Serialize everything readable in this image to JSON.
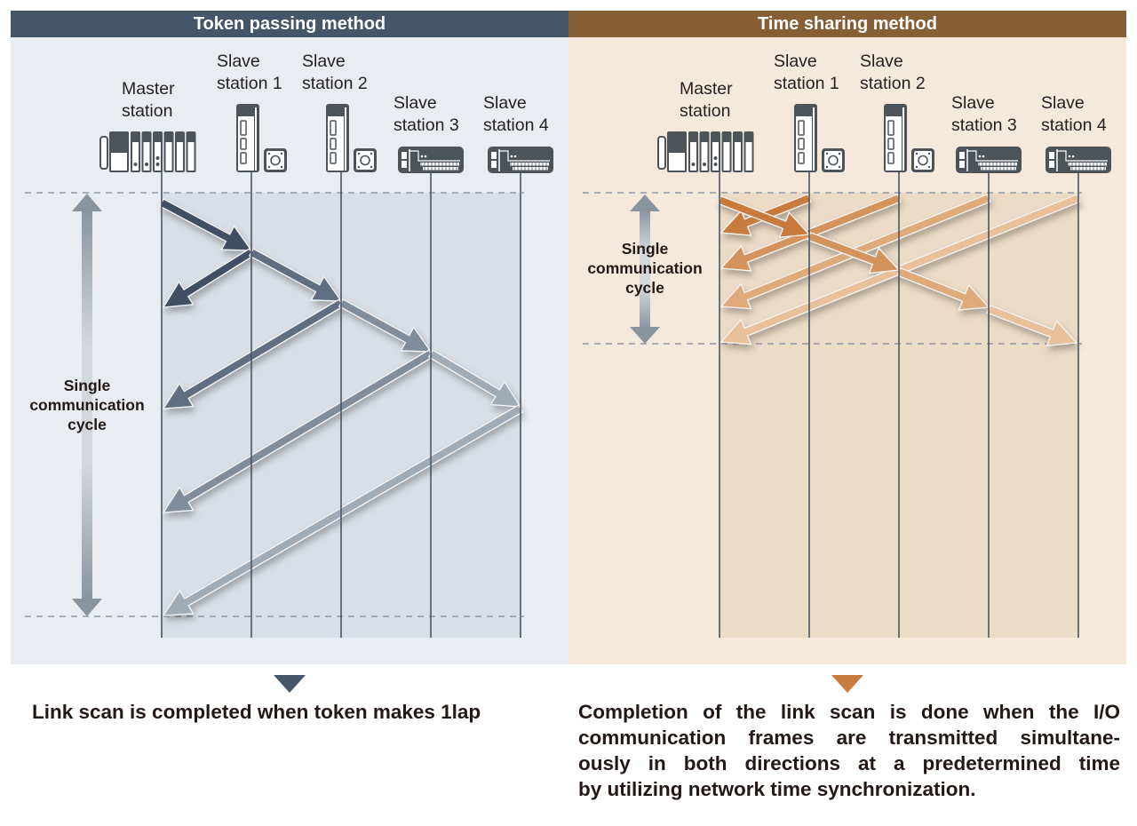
{
  "left_panel": {
    "title": "Token passing method",
    "header_color": "#465669",
    "stations": [
      {
        "label_line1": "Master",
        "label_line2": "station",
        "device": "plc-rack"
      },
      {
        "label_line1": "Slave",
        "label_line2": "station 1",
        "device": "servo-amp"
      },
      {
        "label_line1": "Slave",
        "label_line2": "station 2",
        "device": "servo-amp"
      },
      {
        "label_line1": "Slave",
        "label_line2": "station 3",
        "device": "io-module"
      },
      {
        "label_line1": "Slave",
        "label_line2": "station 4",
        "device": "io-module"
      }
    ],
    "cycle_label": [
      "Single",
      "communication",
      "cycle"
    ],
    "caption": "Link scan is completed when token makes 1lap",
    "arrow_colors": [
      "#3f4f63",
      "#5e6e80",
      "#7f8d9d",
      "#a0abb8"
    ]
  },
  "right_panel": {
    "title": "Time sharing method",
    "header_color": "#865f35",
    "stations": [
      {
        "label_line1": "Master",
        "label_line2": "station",
        "device": "plc-rack"
      },
      {
        "label_line1": "Slave",
        "label_line2": "station 1",
        "device": "servo-amp"
      },
      {
        "label_line1": "Slave",
        "label_line2": "station 2",
        "device": "servo-amp"
      },
      {
        "label_line1": "Slave",
        "label_line2": "station 3",
        "device": "io-module"
      },
      {
        "label_line1": "Slave",
        "label_line2": "station 4",
        "device": "io-module"
      }
    ],
    "cycle_label": [
      "Single",
      "communication",
      "cycle"
    ],
    "caption_lines": [
      "Completion of the link scan is done when the I/O",
      "communication frames are transmitted simultane-",
      "ously in both directions at a predetermined time",
      "by utilizing network time synchronization."
    ],
    "arrow_colors": [
      "#c97a3e",
      "#d4935a",
      "#dfaa7a",
      "#e8c09a"
    ]
  }
}
